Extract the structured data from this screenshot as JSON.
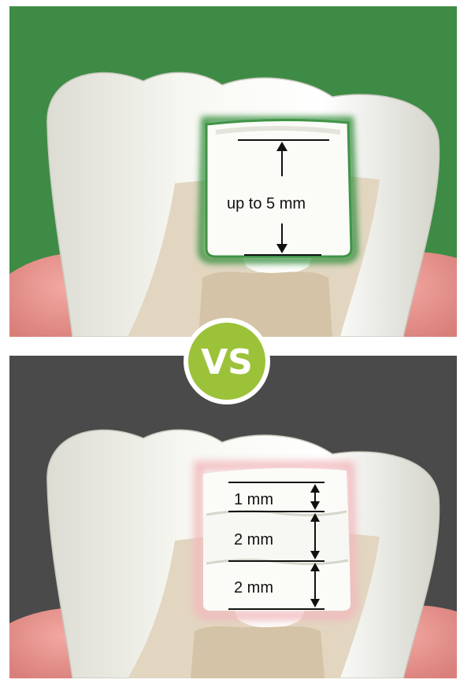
{
  "colors": {
    "top_background": "#3e8b45",
    "bottom_background": "#4a4a4a",
    "top_outline": "#3f9447",
    "bottom_outline": "#f2b9bd",
    "vs_badge": "#9cc23a"
  },
  "top_panel": {
    "measurement_label": "up to 5 mm"
  },
  "vs_badge": {
    "text": "VS"
  },
  "bottom_panel": {
    "layers": [
      {
        "label": "1 mm"
      },
      {
        "label": "2 mm"
      },
      {
        "label": "2 mm"
      }
    ]
  }
}
